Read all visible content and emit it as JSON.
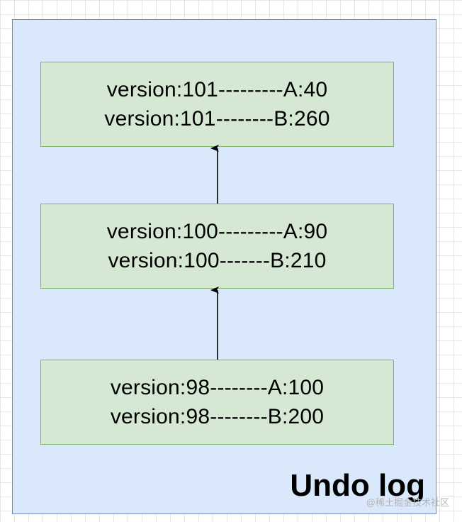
{
  "diagram": {
    "title": "Undo log",
    "watermark": "@稀土掘金技术社区",
    "versions": [
      {
        "line_a": "version:101---------A:40",
        "line_b": "version:101--------B:260"
      },
      {
        "line_a": "version:100---------A:90",
        "line_b": "version:100-------B:210"
      },
      {
        "line_a": "version:98--------A:100",
        "line_b": "version:98--------B:200"
      }
    ],
    "colors": {
      "container_fill": "#dae8fc",
      "container_stroke": "#6c8ebf",
      "box_fill": "#d5e8d4",
      "box_stroke": "#82b366",
      "arrow": "#000000"
    }
  }
}
